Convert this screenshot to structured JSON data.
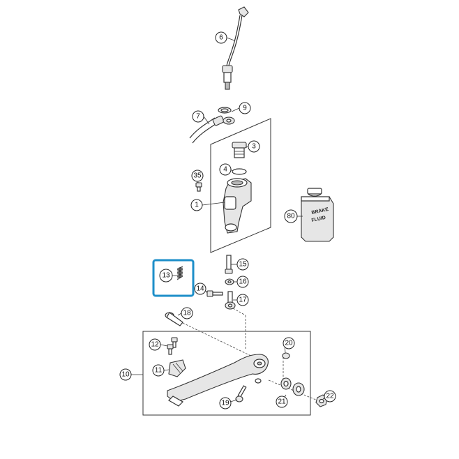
{
  "parts": [
    {
      "id": "part-6",
      "number": "6"
    },
    {
      "id": "part-7",
      "number": "7"
    },
    {
      "id": "part-9",
      "number": "9"
    },
    {
      "id": "part-3",
      "number": "3"
    },
    {
      "id": "part-4",
      "number": "4"
    },
    {
      "id": "part-35",
      "number": "35"
    },
    {
      "id": "part-1",
      "number": "1"
    },
    {
      "id": "part-80",
      "number": "80"
    },
    {
      "id": "part-13",
      "number": "13"
    },
    {
      "id": "part-15",
      "number": "15"
    },
    {
      "id": "part-16",
      "number": "16"
    },
    {
      "id": "part-14",
      "number": "14"
    },
    {
      "id": "part-17",
      "number": "17"
    },
    {
      "id": "part-18",
      "number": "18"
    },
    {
      "id": "part-12",
      "number": "12"
    },
    {
      "id": "part-20",
      "number": "20"
    },
    {
      "id": "part-10",
      "number": "10"
    },
    {
      "id": "part-11",
      "number": "11"
    },
    {
      "id": "part-21",
      "number": "21"
    },
    {
      "id": "part-22",
      "number": "22"
    },
    {
      "id": "part-19",
      "number": "19"
    }
  ],
  "brake_fluid_label": [
    "BRAKE",
    "FLUID"
  ],
  "highlight": {
    "part": "13",
    "color": "#1e8fc9"
  }
}
